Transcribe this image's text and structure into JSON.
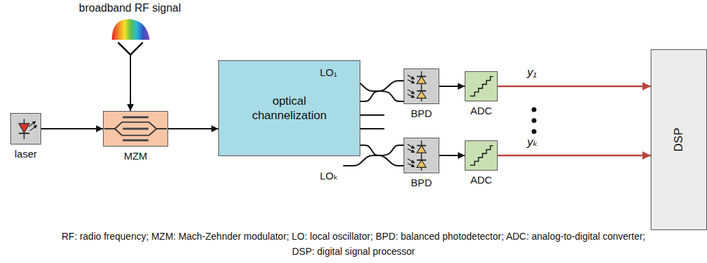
{
  "diagram": {
    "caption": "RF: radio frequency; MZM: Mach-Zehnder modulator; LO: local oscillator; BPD: balanced photodetector; ADC: analog-to-digital converter; DSP: digital signal processor",
    "nodes": [
      {
        "text": [
          "laser"
        ]
      },
      {
        "text": [
          "MZM"
        ]
      },
      {
        "text": [
          "optical channelization"
        ]
      },
      {
        "text": [
          "BPD"
        ]
      },
      {
        "text": [
          "ADC"
        ]
      },
      {
        "text": [
          "BPD"
        ]
      },
      {
        "text": [
          "ADC"
        ]
      },
      {
        "text": [
          "DSP"
        ]
      }
    ],
    "edges": [
      {
        "from": 0,
        "to": 1,
        "arrow": "to"
      },
      {
        "from": 1,
        "to": 2,
        "arrow": "to"
      },
      {
        "from": 2,
        "to": 3,
        "arrow": "none"
      },
      {
        "from": 2,
        "to": 5,
        "arrow": "none"
      },
      {
        "from": 3,
        "to": 4,
        "arrow": "to"
      },
      {
        "from": 5,
        "to": 6,
        "arrow": "to"
      },
      {
        "from": 4,
        "to": 7,
        "arrow": "to",
        "label": "y₁"
      },
      {
        "from": 6,
        "to": 7,
        "arrow": "to",
        "label": "yₖ"
      }
    ],
    "labels": [
      "broadband RF signal",
      "LO₁",
      "LOₖ"
    ]
  }
}
